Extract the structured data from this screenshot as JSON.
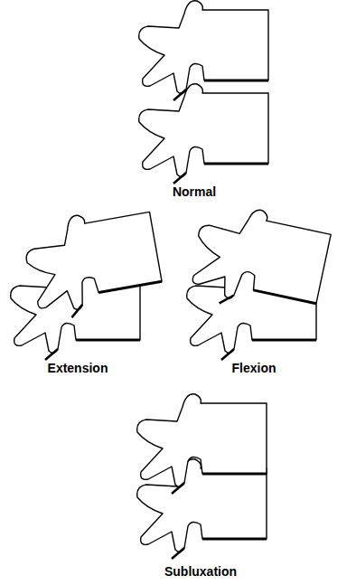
{
  "diagram": {
    "labels": [
      "Normal",
      "Extension",
      "Flexion",
      "Subluxation"
    ]
  }
}
